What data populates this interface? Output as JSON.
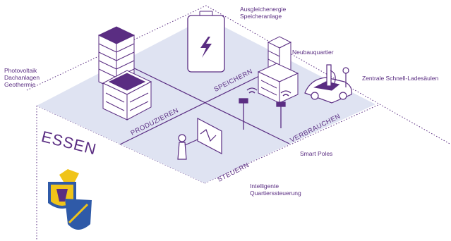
{
  "city": "ESSEN",
  "labels": {
    "photovoltaik": [
      "Photovoltaik",
      "Dachanlagen",
      "Geothermie"
    ],
    "ausgleich": [
      "Ausgleichenergie",
      "Speicheranlage"
    ],
    "neubau": "Neubauquartier",
    "zentrale": "Zentrale Schnell-Ladesäulen",
    "smart_poles": "Smart Poles",
    "steuerung": [
      "Intelligente",
      "Quartierssteuerung"
    ]
  },
  "quadrants": {
    "produzieren": "PRODUZIEREN",
    "speichern": "SPEICHERN",
    "verbrauchen": "VERBRAUCHEN",
    "steuern": "STEUERN"
  },
  "icons": [
    "battery-icon",
    "building-solar-icon",
    "car-charging-icon",
    "smart-pole-icon",
    "person-screen-icon",
    "coat-of-arms-icon"
  ],
  "colors": {
    "primary": "#5a2d82",
    "plane": "#dfe3f2",
    "accent_yellow": "#f0c419",
    "accent_blue": "#2f5aa8"
  }
}
